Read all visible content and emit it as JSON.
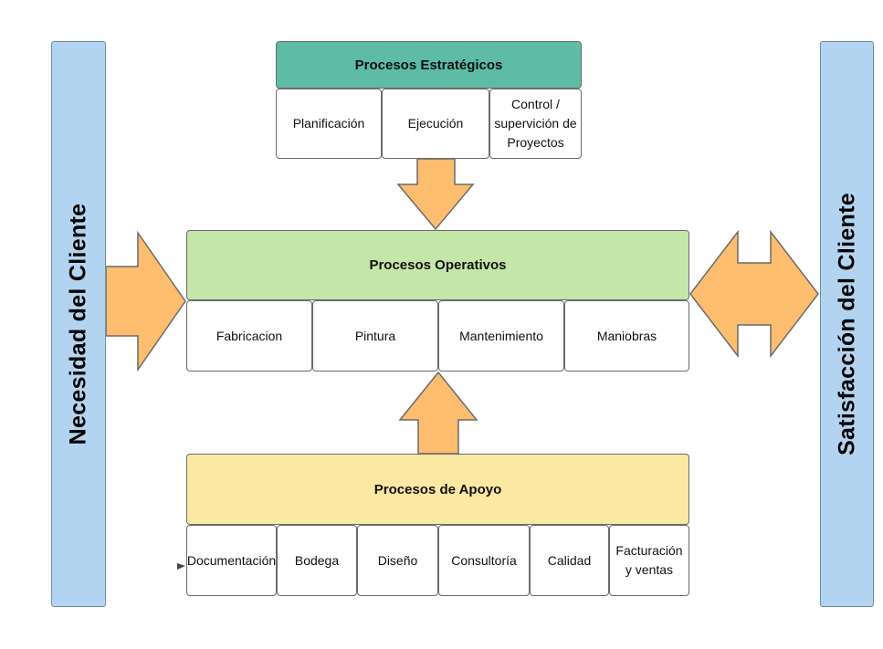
{
  "left_bar": {
    "label": "Necesidad del Cliente"
  },
  "right_bar": {
    "label": "Satisfacción del Cliente"
  },
  "estrategicos": {
    "title": "Procesos Estratégicos",
    "items": [
      "Planificación",
      "Ejecución",
      "Control / supervición de Proyectos"
    ]
  },
  "operativos": {
    "title": "Procesos Operativos",
    "items": [
      "Fabricacion",
      "Pintura",
      "Mantenimiento",
      "Maniobras"
    ]
  },
  "apoyo": {
    "title": "Procesos de Apoyo",
    "items": [
      "Documentación",
      "Bodega",
      "Diseño",
      "Consultoría",
      "Calidad",
      "Facturación y ventas"
    ]
  },
  "colors": {
    "arrow_fill": "#fdbd6e",
    "arrow_stroke": "#6b6b6b",
    "side_bar": "#b3d4f0",
    "estrategicos_header": "#5ebba6",
    "operativos_header": "#c4e6a8",
    "apoyo_header": "#fbe8a2"
  }
}
